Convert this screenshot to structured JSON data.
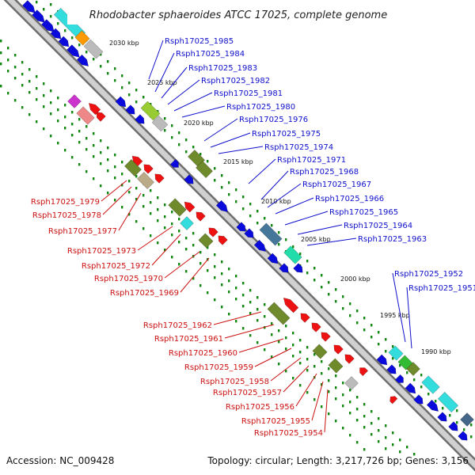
{
  "title": "Rhodobacter sphaeroides ATCC 17025, complete genome",
  "accession": "Accession: NC_009428",
  "topology": "Topology: circular; Length: 3,217,726 bp; Genes: 3,156",
  "colors": {
    "forward_label": "#1010cc",
    "reverse_label": "#cc1010",
    "backbone": "#9a9a9a",
    "tick": "#118811"
  },
  "ticks": [
    "2030 kbp",
    "2025 kbp",
    "2020 kbp",
    "2015 kbp",
    "2010 kbp",
    "2005 kbp",
    "2000 kbp",
    "1995 kbp",
    "1990 kbp"
  ],
  "forward_labels": [
    "Rsph17025_1985",
    "Rsph17025_1984",
    "Rsph17025_1983",
    "Rsph17025_1982",
    "Rsph17025_1981",
    "Rsph17025_1980",
    "Rsph17025_1976",
    "Rsph17025_1975",
    "Rsph17025_1974",
    "Rsph17025_1971",
    "Rsph17025_1968",
    "Rsph17025_1967",
    "Rsph17025_1966",
    "Rsph17025_1965",
    "Rsph17025_1964",
    "Rsph17025_1963",
    "Rsph17025_1952",
    "Rsph17025_1951"
  ],
  "reverse_labels": [
    "Rsph17025_1979",
    "Rsph17025_1978",
    "Rsph17025_1977",
    "Rsph17025_1973",
    "Rsph17025_1972",
    "Rsph17025_1970",
    "Rsph17025_1969",
    "Rsph17025_1962",
    "Rsph17025_1961",
    "Rsph17025_1960",
    "Rsph17025_1959",
    "Rsph17025_1958",
    "Rsph17025_1957",
    "Rsph17025_1956",
    "Rsph17025_1955",
    "Rsph17025_1954"
  ]
}
